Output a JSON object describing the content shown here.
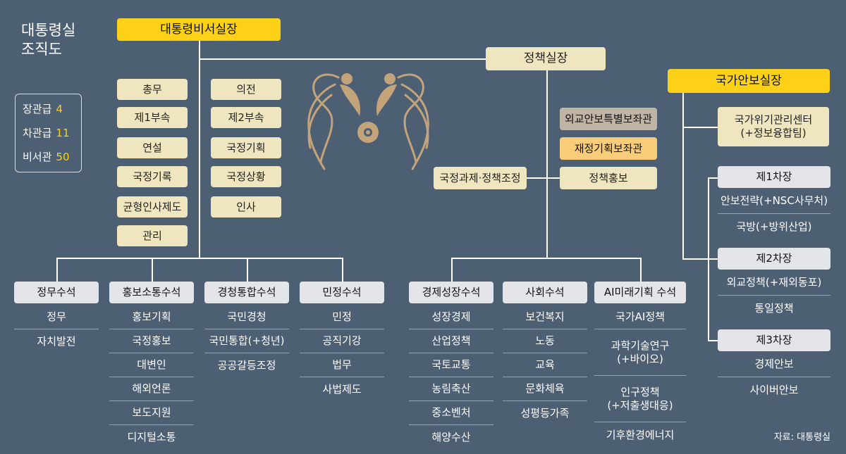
{
  "title": [
    "대통령실",
    "조직도"
  ],
  "legend": [
    {
      "label": "장관급",
      "value": "4"
    },
    {
      "label": "차관급",
      "value": "11"
    },
    {
      "label": "비서관",
      "value": "50"
    }
  ],
  "chief_of_staff": "대통령비서실장",
  "policy_chief": "정책실장",
  "security_chief": "국가안보실장",
  "chief_staff_offices_left": [
    "총무",
    "제1부속",
    "연설",
    "국정기록",
    "균형인사제도",
    "관리"
  ],
  "chief_staff_offices_right": [
    "의전",
    "제2부속",
    "국정기획",
    "국정상황",
    "인사"
  ],
  "policy_offices": {
    "special_advisor": "외교안보특별보좌관",
    "planning_advisor": "재정기획보좌관",
    "coordination": "국정과제·정책조정",
    "promotion": "정책홍보"
  },
  "chief_staff_seniors": [
    {
      "name": "정무수석",
      "items": [
        "정무",
        "자치발전"
      ]
    },
    {
      "name": "홍보소통수석",
      "items": [
        "홍보기획",
        "국정홍보",
        "대변인",
        "해외언론",
        "보도지원",
        "디지털소통"
      ]
    },
    {
      "name": "경청통합수석",
      "items": [
        "국민경청",
        "국민통합(+청년)",
        "공공갈등조정"
      ]
    },
    {
      "name": "민정수석",
      "items": [
        "민정",
        "공직기강",
        "법무",
        "사법제도"
      ]
    }
  ],
  "policy_seniors": [
    {
      "name": "경제성장수석",
      "items": [
        "성장경제",
        "산업정책",
        "국토교통",
        "농림축산",
        "중소벤처",
        "해양수산"
      ]
    },
    {
      "name": "사회수석",
      "items": [
        "보건복지",
        "노동",
        "교육",
        "문화체육",
        "성평등가족"
      ]
    },
    {
      "name": "AI미래기획 수석",
      "items": [
        "국가AI정책",
        "과학기술연구\n(+바이오)",
        "인구정책\n(+저출생대응)",
        "기후환경에너지"
      ]
    }
  ],
  "security": {
    "crisis_center": "국가위기관리센터\n(+정보융합팀)",
    "deputies": [
      {
        "name": "제1차장",
        "items": [
          "안보전략(+NSC사무처)",
          "국방(+방위산업)"
        ]
      },
      {
        "name": "제2차장",
        "items": [
          "외교정책(+재외동포)",
          "통일정책"
        ]
      },
      {
        "name": "제3차장",
        "items": [
          "경제안보",
          "사이버안보"
        ]
      }
    ]
  },
  "emblem": "phoenix-emblem",
  "source": "자료: 대통령실",
  "colors": {
    "background": "#4d5f73",
    "gold": "#fcd117",
    "tan": "#efe6bf",
    "grey": "#e3e5e8",
    "mocha": "#c0b4a6",
    "orange": "#f8cd7a",
    "emblem": "#c3a47a"
  }
}
